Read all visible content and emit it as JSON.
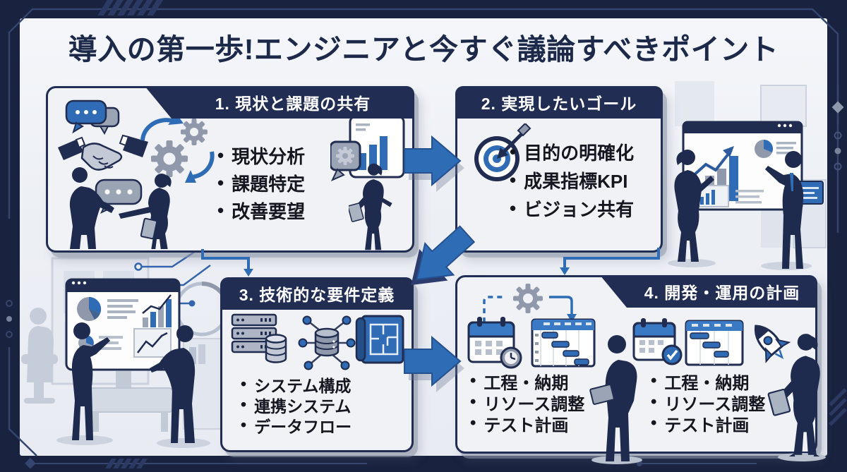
{
  "title": "導入の第一歩!エンジニアと今すぐ議論すべきポイント",
  "ui": {
    "bullet": "•"
  },
  "colors": {
    "frame_navy": "#19233f",
    "panel_navy": "#212d52",
    "accent_blue": "#2e6cb6",
    "icon_blue": "#2f6cb5",
    "light_bg": "#edf0f5",
    "panel_bg": "#f1f2f6",
    "text_dark": "#14171f",
    "banner_text": "#ffffff",
    "gray": "#8f99ab"
  },
  "panels": [
    {
      "heading": "1. 現状と課題の共有",
      "bullets": [
        "現状分析",
        "課題特定",
        "改善要望"
      ]
    },
    {
      "heading": "2. 実現したいゴール",
      "bullets": [
        "目的の明確化",
        "成果指標KPI",
        "ビジョン共有"
      ]
    },
    {
      "heading": "3. 技術的な要件定義",
      "bullets": [
        "システム構成",
        "連携システム",
        "データフロー"
      ]
    },
    {
      "heading": "4. 開発・運用の計画",
      "columns": [
        [
          "工程・納期",
          "リソース調整",
          "テスト計画"
        ],
        [
          "工程・納期",
          "リソース調整",
          "テスト計画"
        ]
      ]
    }
  ],
  "icons": {
    "panel1": [
      "speech-bubbles-icon",
      "handshake-icon",
      "gears-sync-icon",
      "people-handshake-icon",
      "chart-speech-bubble-icon",
      "businesswoman-tablet-silhouette"
    ],
    "panel2": [
      "target-arrow-icon"
    ],
    "panel3": [
      "server-rack-icon",
      "database-network-icon",
      "blueprint-icon"
    ],
    "panel4": [
      "gear-flow-icon",
      "calendar-clock-icon",
      "gantt-chart-icon",
      "businessman-tablet-silhouette",
      "calendar-check-icon",
      "gantt-chart-icon",
      "rocket-icon",
      "businesswoman-tablet-silhouette"
    ],
    "flow": [
      "arrow-right",
      "arrow-down-left",
      "elbow-connector-down",
      "elbow-connector-down",
      "arrow-right"
    ]
  }
}
